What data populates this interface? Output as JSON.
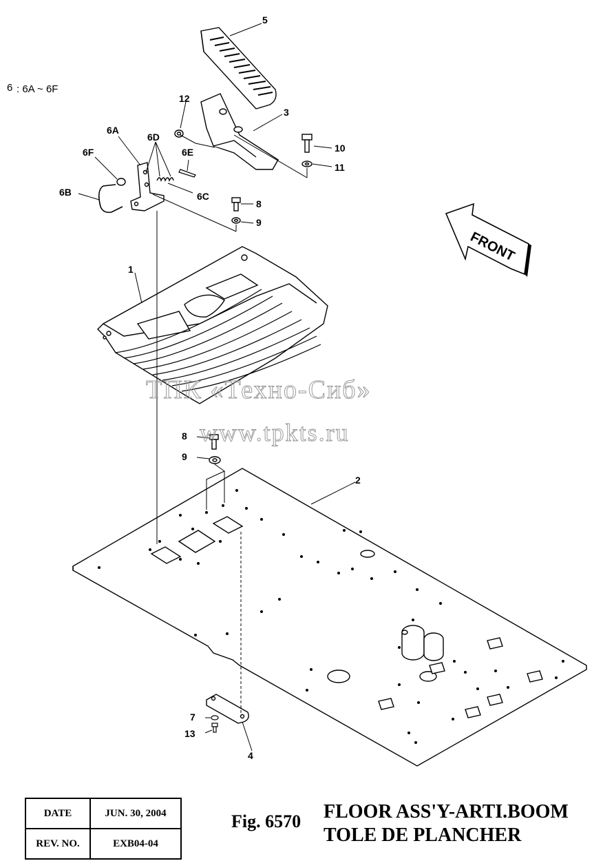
{
  "callouts": {
    "c1": "1",
    "c2": "2",
    "c3": "3",
    "c4": "4",
    "c5": "5",
    "c6a": "6A",
    "c6b": "6B",
    "c6c": "6C",
    "c6d": "6D",
    "c6e": "6E",
    "c6f": "6F",
    "c7": "7",
    "c8a": "8",
    "c8b": "8",
    "c9a": "9",
    "c9b": "9",
    "c10": "10",
    "c11": "11",
    "c12": "12",
    "c13": "13"
  },
  "note": {
    "key": "6",
    "text": ": 6A ~ 6F"
  },
  "front_arrow": {
    "label": "FRONT"
  },
  "watermark": {
    "line1": "ТПК «Техно-Сиб»",
    "line2": "www.tpkts.ru"
  },
  "info_table": {
    "date_label": "DATE",
    "date_value": "JUN. 30, 2004",
    "rev_label": "REV. NO.",
    "rev_value": "EXB04-04"
  },
  "figure": {
    "number": "Fig. 6570",
    "title_line1": "FLOOR ASS'Y-ARTI.BOOM",
    "title_line2": "TOLE DE PLANCHER"
  }
}
